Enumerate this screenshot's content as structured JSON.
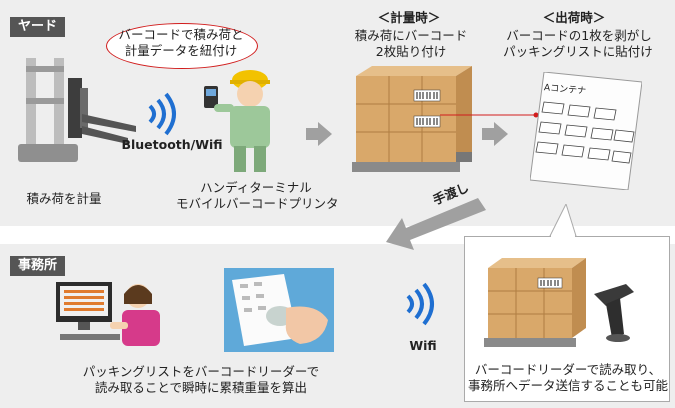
{
  "sections": {
    "yard": "ヤード",
    "office": "事務所"
  },
  "yard": {
    "bubble_line1": "バーコードで積み荷と",
    "bubble_line2": "計量データを紐付け",
    "weigh_label": "積み荷を計量",
    "connection": "Bluetooth/Wifi",
    "terminal_line1": "ハンディターミナル",
    "terminal_line2": "モバイルバーコードプリンタ",
    "weighing_title": "＜計量時＞",
    "weighing_line1": "積み荷にバーコード",
    "weighing_line2": "2枚貼り付け",
    "shipping_title": "＜出荷時＞",
    "shipping_line1": "バーコードの1枚を剥がし",
    "shipping_line2": "パッキングリストに貼付け",
    "sheet_header": "Aコンテナ",
    "handover": "手渡し"
  },
  "office": {
    "desc_line1": "パッキングリストをバーコードリーダーで",
    "desc_line2": "読み取ることで瞬時に累積重量を算出",
    "connection": "Wifi",
    "callout_line1": "バーコードリーダーで読み取り、",
    "callout_line2": "事務所へデータ送信することも可能"
  },
  "colors": {
    "panel": "#eeeeee",
    "tag": "#555555",
    "bubble_border": "#d11c1c",
    "arrow": "#a0a0a0",
    "wifi": "#1f6fd1",
    "box": "#d9a86a"
  }
}
